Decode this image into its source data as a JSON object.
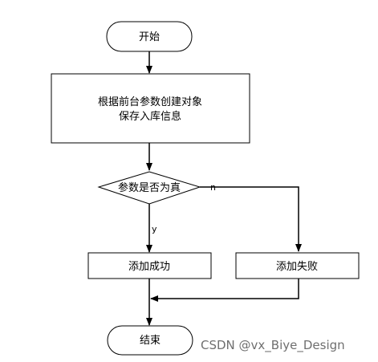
{
  "nodes": {
    "start": "开始",
    "create_object": [
      "根据前台参数创建对象",
      "保存入库信息"
    ],
    "decision": "参数是否为真",
    "add_success": "添加成功",
    "add_failure": "添加失败",
    "end": "结束"
  },
  "edge_labels": {
    "yes": "y",
    "no": "n"
  },
  "watermark": "CSDN @vx_Biye_Design",
  "colors": {
    "stroke": "#000000",
    "background": "#ffffff",
    "watermark": "#6f6f6f"
  }
}
